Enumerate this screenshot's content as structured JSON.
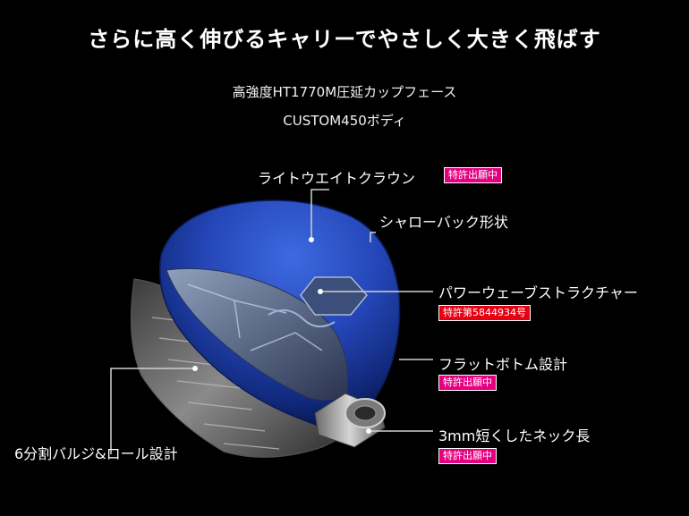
{
  "header": {
    "title": "さらに高く伸びるキャリーでやさしく大きく飛ばす",
    "line1": "高強度HT1770M圧延カップフェース",
    "line2": "CUSTOM450ボディ"
  },
  "features": [
    {
      "label": "ライトウエイトクラウン",
      "badge": "特許出願中"
    },
    {
      "label": "シャローバック形状"
    },
    {
      "label": "パワーウェーブストラクチャー",
      "badge": "特許第5844934号"
    },
    {
      "label": "フラットボトム設計",
      "badge": "特許出願中"
    },
    {
      "label": "3mm短くしたネック長",
      "badge": "特許出願中"
    },
    {
      "label": "6分割バルジ&ロール設計"
    }
  ],
  "colors": {
    "background": "#000000",
    "badge_pending": "#e4007f",
    "badge_patent": "#e60012",
    "crown_blue": "#1f3fa8"
  }
}
